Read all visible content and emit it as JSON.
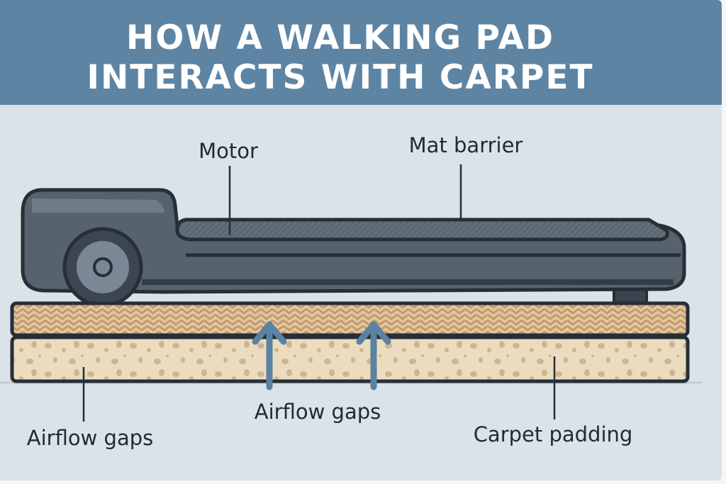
{
  "title": {
    "line1": "HOW A WALKING PAD",
    "line2": "INTERACTS WITH CARPET"
  },
  "labels": {
    "motor": "Motor",
    "mat_barrier": "Mat barrier",
    "airflow_gaps_center": "Airflow gaps",
    "airflow_gaps_left": "Airflow gaps",
    "carpet_padding": "Carpet padding"
  },
  "colors": {
    "banner": "#5e84a3",
    "background": "#dbe3e8",
    "treadmill": "#56636f",
    "carpet": "#e2c39a",
    "padding": "#ead9bb",
    "arrow": "#5b82a2",
    "outline": "#262e36"
  }
}
